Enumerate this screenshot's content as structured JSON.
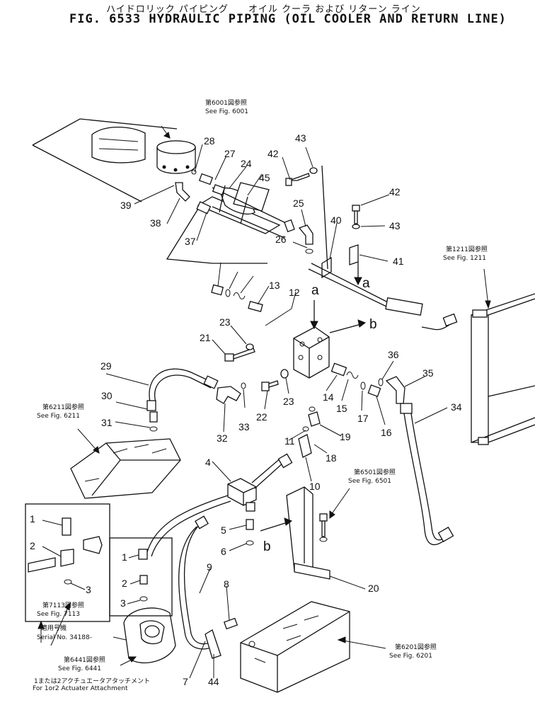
{
  "title_jp": "ハイドロリック パイピング　　オイル クーラ および リターン ライン",
  "title_en": "FIG. 6533  HYDRAULIC PIPING (OIL COOLER AND RETURN LINE)",
  "references": {
    "fig6001_jp": "第6001図参照",
    "fig6001": "See Fig. 6001",
    "fig1211_jp": "第1211図参照",
    "fig1211": "See Fig. 1211",
    "fig6211_jp": "第6211図参照",
    "fig6211": "See Fig. 6211",
    "fig6501_jp": "第6501図参照",
    "fig6501": "See Fig. 6501",
    "fig7113_jp": "第7113図参照",
    "fig7113": "See Fig. 7113",
    "fig6441_jp": "第6441図参照",
    "fig6441": "See Fig. 6441",
    "fig6201_jp": "第6201図参照",
    "fig6201": "See Fig. 6201"
  },
  "serial": {
    "label_jp": "適用号機",
    "label": "Serial No. 34188-"
  },
  "attachment": {
    "label_jp": "1または2アクチュエータアタッチメント",
    "label": "For 1or2 Actuater Attachment"
  },
  "part_numbers": [
    "1",
    "2",
    "3",
    "4",
    "5",
    "6",
    "7",
    "8",
    "9",
    "10",
    "11",
    "12",
    "13",
    "14",
    "15",
    "16",
    "17",
    "18",
    "19",
    "20",
    "21",
    "22",
    "23",
    "24",
    "25",
    "26",
    "27",
    "28",
    "29",
    "30",
    "31",
    "32",
    "33",
    "34",
    "35",
    "36",
    "37",
    "38",
    "39",
    "40",
    "41",
    "42",
    "43",
    "44",
    "45"
  ],
  "flow_letters": [
    "a",
    "b"
  ]
}
